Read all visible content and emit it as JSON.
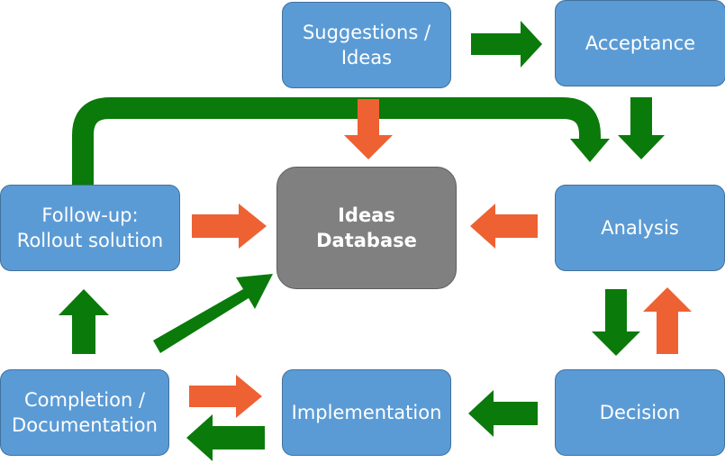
{
  "colors": {
    "box_fill": "#5b9bd5",
    "box_border": "#41719c",
    "database_fill": "#808080",
    "arrow_green": "#0a7a0a",
    "arrow_orange": "#ee6133",
    "text": "#ffffff"
  },
  "nodes": {
    "suggestions": {
      "line1": "Suggestions /",
      "line2": "Ideas"
    },
    "acceptance": {
      "label": "Acceptance"
    },
    "analysis": {
      "label": "Analysis"
    },
    "decision": {
      "label": "Decision"
    },
    "implementation": {
      "label": "Implementation"
    },
    "completion": {
      "line1": "Completion /",
      "line2": "Documentation"
    },
    "followup": {
      "line1": "Follow-up:",
      "line2": "Rollout solution"
    },
    "database": {
      "label": "Ideas Database"
    }
  },
  "edges": [
    {
      "from": "Suggestions / Ideas",
      "to": "Acceptance",
      "color": "green"
    },
    {
      "from": "Acceptance",
      "to": "Analysis",
      "color": "green"
    },
    {
      "from": "Analysis",
      "to": "Decision",
      "color": "green"
    },
    {
      "from": "Decision",
      "to": "Analysis",
      "color": "orange"
    },
    {
      "from": "Decision",
      "to": "Implementation",
      "color": "green"
    },
    {
      "from": "Implementation",
      "to": "Completion / Documentation",
      "color": "green"
    },
    {
      "from": "Completion / Documentation",
      "to": "Implementation",
      "color": "orange"
    },
    {
      "from": "Completion / Documentation",
      "to": "Follow-up: Rollout solution",
      "color": "green"
    },
    {
      "from": "Completion / Documentation",
      "to": "Ideas Database",
      "color": "green"
    },
    {
      "from": "Follow-up: Rollout solution",
      "to": "Analysis",
      "color": "green"
    },
    {
      "from": "Suggestions / Ideas",
      "to": "Ideas Database",
      "color": "orange"
    },
    {
      "from": "Analysis",
      "to": "Ideas Database",
      "color": "orange"
    },
    {
      "from": "Follow-up: Rollout solution",
      "to": "Ideas Database",
      "color": "orange"
    }
  ]
}
